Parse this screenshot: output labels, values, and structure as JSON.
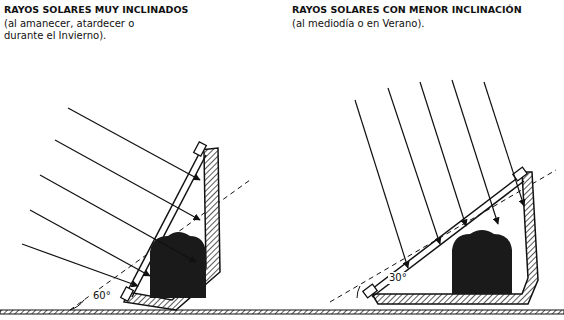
{
  "diagram": {
    "labels": [
      "RAYOS SOLARES MUY INCLINADOS",
      "(al amanecer, atardecer o durante el Invierno).",
      "RAYOS SOLARES CON MENOR INCLINACIÓN",
      "(al mediodía o en Verano).",
      "60°",
      "30°"
    ]
  }
}
